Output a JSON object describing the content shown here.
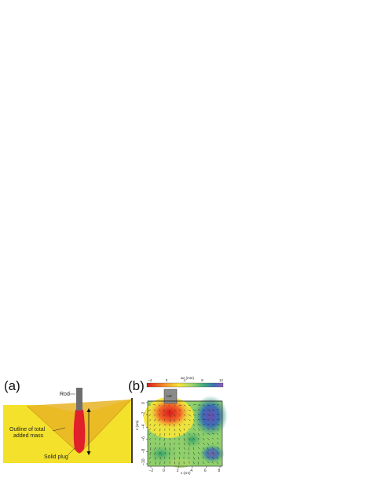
{
  "panel_a": {
    "label": "(a)",
    "rod_label": "Rod",
    "mass_label_line1": "Outline of total",
    "mass_label_line2": "added mass",
    "plug_label": "Solid plug",
    "colors": {
      "soil": "#f3e12b",
      "cone": "#e7b624",
      "plug": "#e0202a",
      "rod": "#6e6e6e"
    }
  },
  "panel_b": {
    "label": "(b)",
    "colorbar_title": "Δz (mm)",
    "colorbar_ticks": [
      "−4",
      "0",
      "4",
      "8",
      "12"
    ],
    "rod_label": "rod",
    "ylabel": "z (cm)",
    "xlabel": "x (cm)",
    "x_ticks": [
      "−2",
      "0",
      "2",
      "4",
      "6",
      "8"
    ],
    "y_ticks": [
      "0",
      "−2",
      "−4",
      "−6",
      "−8",
      "−10"
    ]
  }
}
